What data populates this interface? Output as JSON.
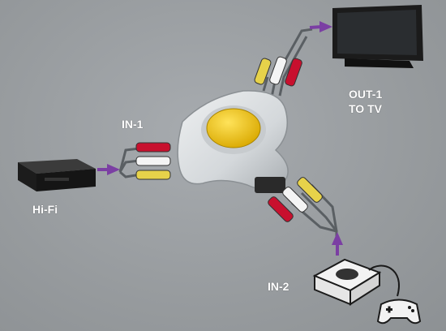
{
  "labels": {
    "in1": "IN-1",
    "out1_line1": "OUT-1",
    "out1_line2": "TO TV",
    "hifi": "Hi-Fi",
    "in2": "IN-2"
  },
  "colors": {
    "background": "#9a9ea1",
    "switch_body": "#dde0e2",
    "switch_button": "#f2c400",
    "arrow": "#7b3fa3",
    "plug_red": "#c8102e",
    "plug_white": "#f4f4f4",
    "plug_yellow": "#e7d24a",
    "cable": "#555a5e",
    "device": "#1a1a1a",
    "label_text": "#ffffff"
  },
  "icons": [
    "tv-icon",
    "hifi-vcr-icon",
    "game-console-icon",
    "gamepad-icon",
    "av-switch-icon"
  ]
}
